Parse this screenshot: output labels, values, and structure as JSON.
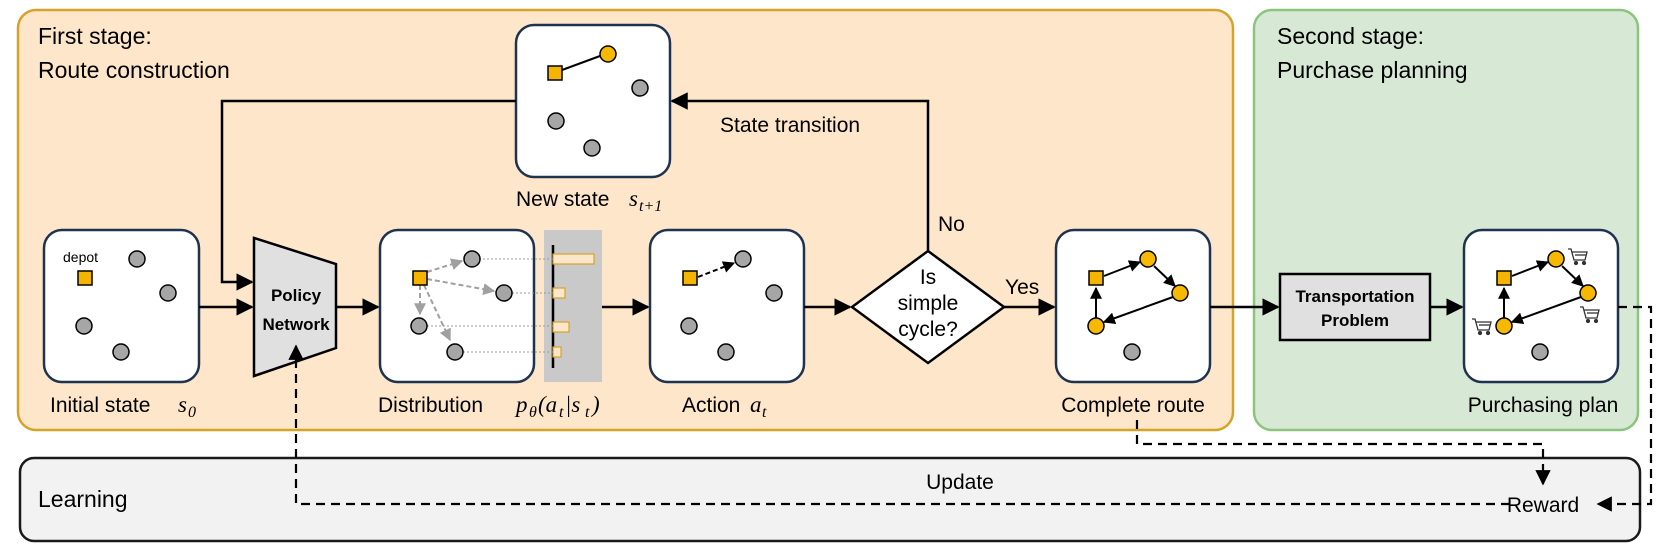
{
  "stage1": {
    "line1": "First stage:",
    "line2": "Route construction"
  },
  "stage2": {
    "line1": "Second stage:",
    "line2": "Purchase planning"
  },
  "learning": {
    "label": "Learning",
    "update": "Update",
    "reward": "Reward"
  },
  "nodes": {
    "initial_state": {
      "caption": "Initial state",
      "symbol": "s",
      "subscript": "0",
      "depot_label": "depot"
    },
    "policy_network": {
      "line1": "Policy",
      "line2": "Network"
    },
    "distribution": {
      "caption": "Distribution",
      "formula_p": "p",
      "theta": "θ",
      "formula_rest": "(a",
      "t1": "t",
      "bar": "|s",
      "t2": "t",
      "close": ")"
    },
    "action": {
      "caption": "Action",
      "symbol": "a",
      "subscript": "t"
    },
    "new_state": {
      "caption": "New state",
      "symbol": "s",
      "subscript": "t+1"
    },
    "decision": {
      "line1": "Is",
      "line2": "simple",
      "line3": "cycle?",
      "yes": "Yes",
      "no": "No"
    },
    "complete_route": {
      "caption": "Complete route"
    },
    "transport": {
      "line1": "Transportation",
      "line2": "Problem"
    },
    "purchasing_plan": {
      "caption": "Purchasing plan"
    }
  },
  "edges": {
    "state_transition": "State transition"
  },
  "colors": {
    "stage1_fill": "#fde6c9",
    "stage1_border": "#d6a329",
    "stage2_fill": "#d7e8d5",
    "stage2_border": "#8cc47e",
    "learning_fill": "#f2f2f2",
    "node_border": "#1f3350",
    "depot": "#f5b400",
    "customer_gray": "#a6a6a6",
    "customer_yellow": "#f7b900"
  }
}
